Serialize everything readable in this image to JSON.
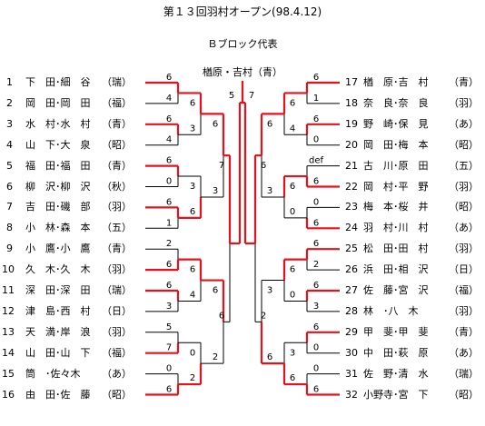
{
  "title": "第１３回羽村オープン(98.4.12)",
  "block_title": "Ｂブロック代表",
  "winner": "楢原・吉村（青）",
  "colors": {
    "win_line": "#e8101a",
    "lose_line": "#000000"
  },
  "left_players": [
    {
      "no": "1",
      "name": "下　田･細　谷",
      "team": "（瑞）"
    },
    {
      "no": "2",
      "name": "岡　田･岡　田",
      "team": "（福）"
    },
    {
      "no": "3",
      "name": "水　村･水　村",
      "team": "（青）"
    },
    {
      "no": "4",
      "name": "山　下･大　泉",
      "team": "（昭）"
    },
    {
      "no": "5",
      "name": "福　田･福　田",
      "team": "（青）"
    },
    {
      "no": "6",
      "name": "柳　沢･柳　沢",
      "team": "（秋）"
    },
    {
      "no": "7",
      "name": "吉　田･磯　部",
      "team": "（羽）"
    },
    {
      "no": "8",
      "name": "小　林･森　本",
      "team": "（五）"
    },
    {
      "no": "9",
      "name": "小　鷹･小　鷹",
      "team": "（青）"
    },
    {
      "no": "10",
      "name": "久　木･久　木",
      "team": "（羽）"
    },
    {
      "no": "11",
      "name": "深　田･深　田",
      "team": "（瑞）"
    },
    {
      "no": "12",
      "name": "津　島･西　村",
      "team": "（日）"
    },
    {
      "no": "13",
      "name": "天　満･岸　浪",
      "team": "（羽）"
    },
    {
      "no": "14",
      "name": "山　田･山　下",
      "team": "（福）"
    },
    {
      "no": "15",
      "name": "筒　･佐々木",
      "team": "（あ）"
    },
    {
      "no": "16",
      "name": "由　田･佐　藤",
      "team": "（昭）"
    }
  ],
  "right_players": [
    {
      "no": "17",
      "name": "楢　原･吉　村",
      "team": "（青）"
    },
    {
      "no": "18",
      "name": "奈　良･奈　良",
      "team": "（羽）"
    },
    {
      "no": "19",
      "name": "野　崎･保　見",
      "team": "（あ）"
    },
    {
      "no": "20",
      "name": "岡　田･梅　本",
      "team": "（昭）"
    },
    {
      "no": "21",
      "name": "古　川･原　田",
      "team": "（五）"
    },
    {
      "no": "22",
      "name": "岡　村･平　野",
      "team": "（羽）"
    },
    {
      "no": "23",
      "name": "梅　本･桜　井",
      "team": "（昭）"
    },
    {
      "no": "24",
      "name": "羽　村･川　村",
      "team": "（あ）"
    },
    {
      "no": "25",
      "name": "松　田･田　村",
      "team": "（羽）"
    },
    {
      "no": "26",
      "name": "浜　田･相　沢",
      "team": "（日）"
    },
    {
      "no": "27",
      "name": "佐　藤･宮　沢",
      "team": "（福）"
    },
    {
      "no": "28",
      "name": "林　･八　木",
      "team": "（羽）"
    },
    {
      "no": "29",
      "name": "甲　斐･甲　斐",
      "team": "（青）"
    },
    {
      "no": "30",
      "name": "中　田･萩　原",
      "team": "（あ）"
    },
    {
      "no": "31",
      "name": "佐　野･清　水",
      "team": "（瑞）"
    },
    {
      "no": "32",
      "name": "小野寺･宮　下",
      "team": "（昭）"
    }
  ],
  "left_r1": [
    [
      6,
      4
    ],
    [
      6,
      4
    ],
    [
      6,
      0
    ],
    [
      6,
      1
    ],
    [
      2,
      6
    ],
    [
      6,
      3
    ],
    [
      5,
      7
    ],
    [
      0,
      6
    ]
  ],
  "left_r2": [
    [
      6,
      3
    ],
    [
      3,
      6
    ],
    [
      6,
      4
    ],
    [
      0,
      2
    ]
  ],
  "left_r3": [
    [
      6,
      3
    ],
    [
      6,
      2
    ]
  ],
  "left_r4": [
    7,
    6
  ],
  "right_r1": [
    [
      6,
      1
    ],
    [
      6,
      0
    ],
    [
      "def",
      6
    ],
    [
      0,
      6
    ],
    [
      6,
      2
    ],
    [
      6,
      3
    ],
    [
      6,
      0
    ],
    [
      0,
      6
    ]
  ],
  "right_r2": [
    [
      6,
      4
    ],
    [
      6,
      0
    ],
    [
      6,
      0
    ],
    [
      3,
      6
    ]
  ],
  "right_r3": [
    [
      6,
      3
    ],
    [
      3,
      6
    ]
  ],
  "right_r4": [
    6,
    2
  ],
  "final": [
    5,
    7
  ]
}
